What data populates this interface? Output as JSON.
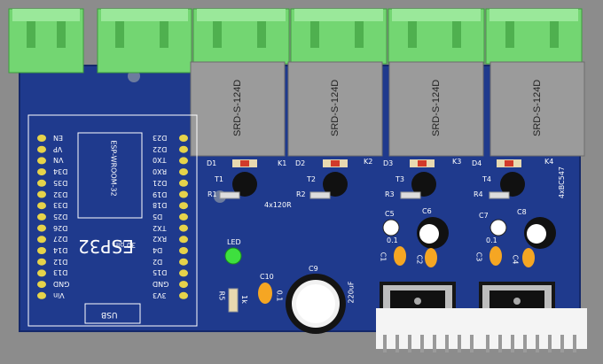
{
  "colors": {
    "background": "#8a8a8a",
    "pcb": "#1e3a8c",
    "terminal": "#6fd26f",
    "relay": "#9a9a9a",
    "silk": "#ffffff"
  },
  "relays": [
    {
      "label": "SRD-S-124D"
    },
    {
      "label": "SRD-S-124D"
    },
    {
      "label": "SRD-S-124D"
    },
    {
      "label": "SRD-S-124D"
    }
  ],
  "module": {
    "title": "ESP32",
    "subtitle": "30 pin",
    "wroom": "ESP-WROOM-32",
    "usb": "USB"
  },
  "left_pins": [
    "EN",
    "VP",
    "VN",
    "D34",
    "D35",
    "D32",
    "D33",
    "D25",
    "D26",
    "D27",
    "D14",
    "D12",
    "D13",
    "GND",
    "Vin"
  ],
  "right_pins": [
    "D23",
    "D22",
    "TX0",
    "RX0",
    "D21",
    "D19",
    "D18",
    "D5",
    "TX2",
    "RX2",
    "D4",
    "D2",
    "D15",
    "GND",
    "3V3"
  ],
  "drivers": [
    {
      "diode": "D1",
      "relay": "K1",
      "transistor": "T1",
      "resistor": "R1"
    },
    {
      "diode": "D2",
      "relay": "K2",
      "transistor": "T2",
      "resistor": "R2"
    },
    {
      "diode": "D3",
      "relay": "K3",
      "transistor": "T3",
      "resistor": "R3"
    },
    {
      "diode": "D4",
      "relay": "K4",
      "transistor": "T4",
      "resistor": "R4"
    }
  ],
  "notes": {
    "resistor_array": "4x120R",
    "transistor_type": "4xBC547"
  },
  "power": {
    "led": "LED",
    "r5": "R5",
    "r5_value": "1k",
    "c10": "C10",
    "c10_value": "0.1",
    "c9": "C9",
    "c9_value": "220uF",
    "c5": "C5",
    "c6": "C6",
    "c7": "C7",
    "c8": "C8",
    "c1": "C1",
    "c2": "C2",
    "c3": "C3",
    "c4": "C4",
    "c5_value": "0.1",
    "c7_value": "0.1"
  }
}
